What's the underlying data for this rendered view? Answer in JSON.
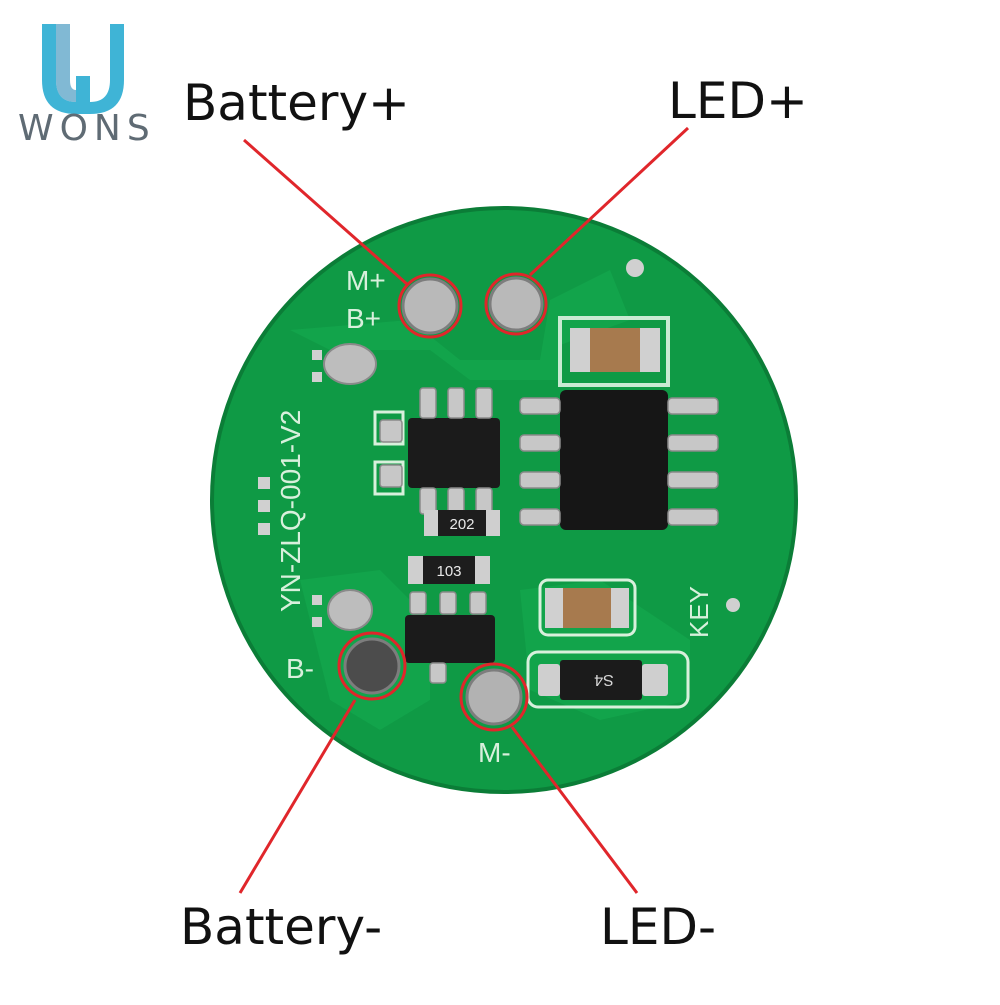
{
  "brand": {
    "name": "WONS"
  },
  "callouts": {
    "battery_plus": "Battery+",
    "led_plus": "LED+",
    "battery_minus": "Battery-",
    "led_minus": "LED-"
  },
  "board": {
    "model_silkscreen": "YN-ZLQ-001-V2",
    "pad_labels": {
      "m_plus": "M+",
      "b_plus": "B+",
      "b_minus": "B-",
      "m_minus": "M-",
      "key": "KEY"
    },
    "component_marks": {
      "resistor_top": "202",
      "resistor_bottom": "103",
      "transistor": "S4"
    }
  },
  "colors": {
    "pcb_green": "#0f9a45",
    "callout_line": "#e0262b",
    "logo_blue": "#3fb4d6"
  }
}
